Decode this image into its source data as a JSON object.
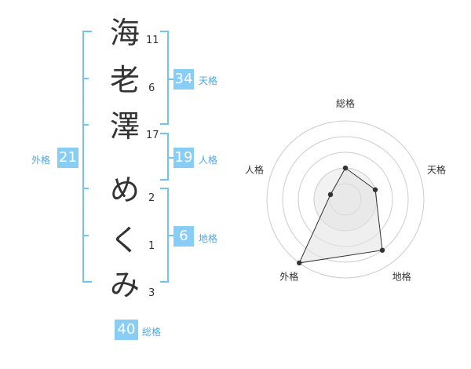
{
  "name": {
    "chars": [
      {
        "char": "海",
        "strokes": "11"
      },
      {
        "char": "老",
        "strokes": "6"
      },
      {
        "char": "澤",
        "strokes": "17"
      },
      {
        "char": "め",
        "strokes": "2"
      },
      {
        "char": "く",
        "strokes": "1"
      },
      {
        "char": "み",
        "strokes": "3"
      }
    ]
  },
  "fortune": {
    "tenkaku": {
      "value": "34",
      "label": "天格"
    },
    "jinkaku": {
      "value": "19",
      "label": "人格"
    },
    "chikaku": {
      "value": "6",
      "label": "地格"
    },
    "gaikaku": {
      "value": "21",
      "label": "外格"
    },
    "soukaku": {
      "value": "40",
      "label": "総格"
    }
  },
  "chart_data": {
    "type": "radar",
    "axes": [
      "総格",
      "天格",
      "地格",
      "外格",
      "人格"
    ],
    "values": [
      2,
      2,
      4,
      5,
      1
    ],
    "max": 5,
    "grid": true
  },
  "colors": {
    "accent": "#88cdf6",
    "bracket": "#72c2f2",
    "label": "#4aa8e6",
    "text": "#333333",
    "grid": "#cccccc",
    "polygon_fill": "#f0f0f0"
  }
}
